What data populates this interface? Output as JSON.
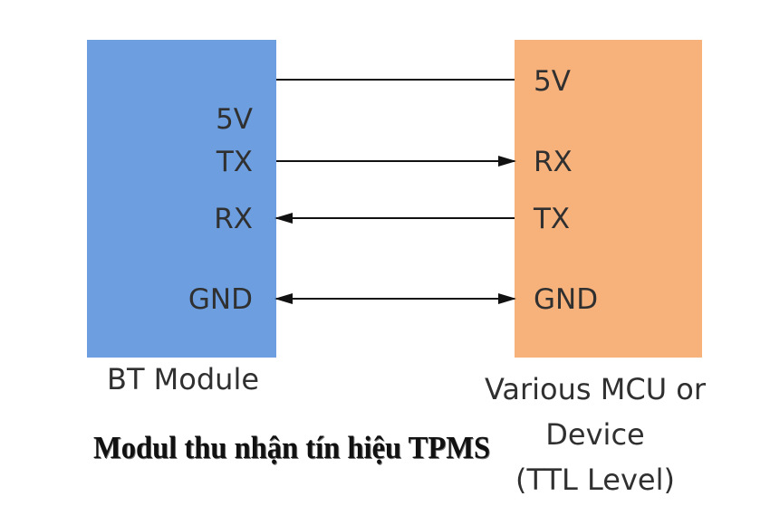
{
  "left_block": {
    "label": "BT Module",
    "color": "#6c9ee0",
    "pins": [
      "5V",
      "TX",
      "RX",
      "GND"
    ]
  },
  "right_block": {
    "label_lines": [
      "Various MCU or",
      "Device",
      "(TTL Level)"
    ],
    "color": "#f7b27c",
    "pins": [
      "5V",
      "RX",
      "TX",
      "GND"
    ]
  },
  "connections": [
    {
      "from": "5V",
      "to": "5V",
      "direction": "none"
    },
    {
      "from": "TX",
      "to": "RX",
      "direction": "right"
    },
    {
      "from": "RX",
      "to": "TX",
      "direction": "left"
    },
    {
      "from": "GND",
      "to": "GND",
      "direction": "both"
    }
  ],
  "title": "Modul thu nhận tín hiệu TPMS"
}
